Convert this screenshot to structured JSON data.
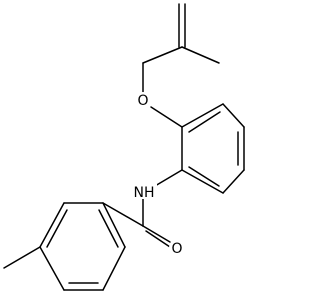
{
  "atoms": {
    "oxygen_ether": "O",
    "nitrogen_amide": "NH",
    "oxygen_carbonyl": "O"
  },
  "colors": {
    "bond": "#000000",
    "label": "#000000",
    "background": "#ffffff"
  }
}
